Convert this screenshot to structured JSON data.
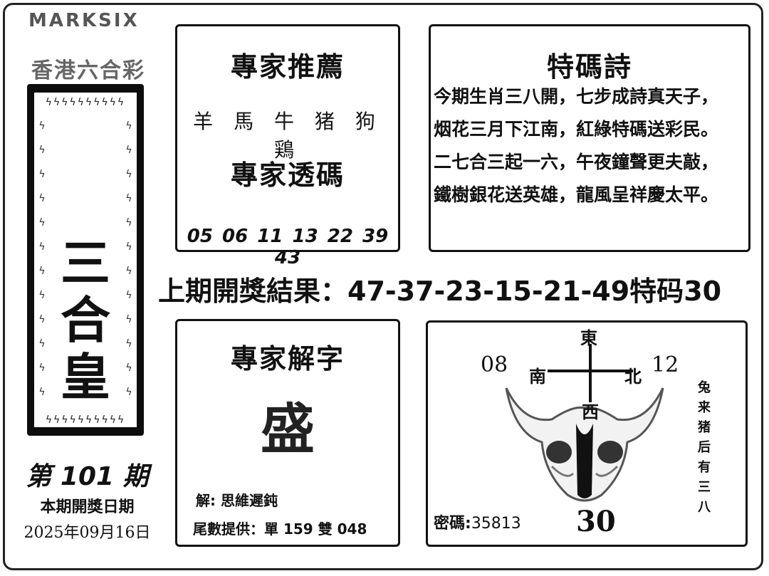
{
  "header": {
    "brand": "MARKSIX",
    "subbrand": "香港六合彩"
  },
  "banner": {
    "title_lines": [
      "三",
      "合",
      "皇"
    ]
  },
  "issue": {
    "prefix": "第",
    "number": "101",
    "suffix": "期"
  },
  "draw": {
    "label": "本期開獎日期",
    "date": "2025年09月16日"
  },
  "expert_recommend": {
    "title": "專家推薦",
    "zodiacs": [
      "羊",
      "馬",
      "牛",
      "猪",
      "狗",
      "鶏"
    ],
    "reveal_title": "專家透碼",
    "numbers": [
      "05",
      "06",
      "11",
      "13",
      "22",
      "39",
      "43"
    ]
  },
  "poem": {
    "title": "特碼詩",
    "lines": [
      "今期生肖三八開，七步成詩真天子，",
      "烟花三月下江南，紅綠特碼送彩民。",
      "二七合三起一六，午夜鐘聲更夫敲，",
      "鐵樹銀花送英雄，龍風呈祥慶太平。"
    ]
  },
  "last_result": {
    "label": "上期開獎結果：",
    "numbers": "47-37-23-15-21-49",
    "special_label": "特码",
    "special": "30"
  },
  "expert_decode": {
    "title": "專家解字",
    "char": "盛",
    "explain_label": "解:",
    "explain": "思維遲鈍",
    "tail_label": "尾數提供：",
    "tail": "單 159 雙 048"
  },
  "compass": {
    "east": "東",
    "south": "南",
    "north": "北",
    "west": "西",
    "left_num": "08",
    "right_num": "12",
    "vertical_text": "兔来猪后有三八",
    "code_label": "密碼:",
    "code": "35813",
    "big_num": "30"
  },
  "colors": {
    "ink": "#111111",
    "banner": "#0d0d0d",
    "paper": "#ffffff"
  }
}
